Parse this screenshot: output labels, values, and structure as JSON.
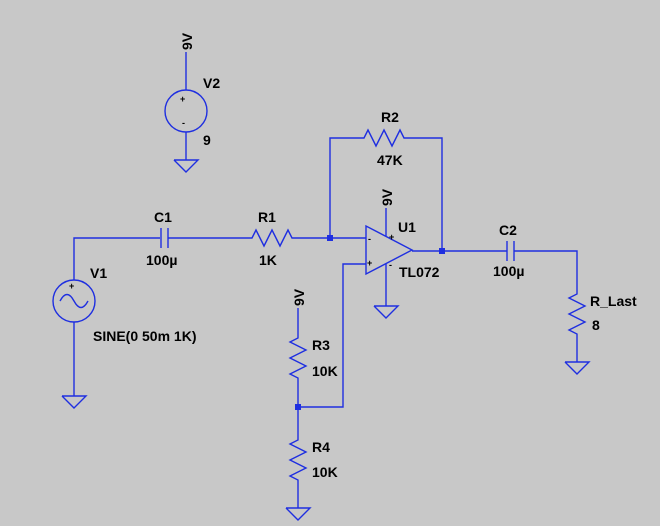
{
  "schematic": {
    "v2": {
      "name": "V2",
      "value": "9",
      "net": "9V"
    },
    "v1": {
      "name": "V1",
      "value": "SINE(0 50m 1K)"
    },
    "c1": {
      "name": "C1",
      "value": "100µ"
    },
    "r1": {
      "name": "R1",
      "value": "1K"
    },
    "r2": {
      "name": "R2",
      "value": "47K"
    },
    "u1": {
      "name": "U1",
      "value": "TL072",
      "supply_net": "9V",
      "minus": "-",
      "plus": "+"
    },
    "c2": {
      "name": "C2",
      "value": "100µ"
    },
    "rlast": {
      "name": "R_Last",
      "value": "8"
    },
    "r3": {
      "name": "R3",
      "value": "10K",
      "net": "9V"
    },
    "r4": {
      "name": "R4",
      "value": "10K"
    },
    "source_pos_mark": "+",
    "source_neg_mark": "-"
  },
  "colors": {
    "wire": "#1f2fe0",
    "background": "#c8c8c8",
    "text": "#000000"
  }
}
